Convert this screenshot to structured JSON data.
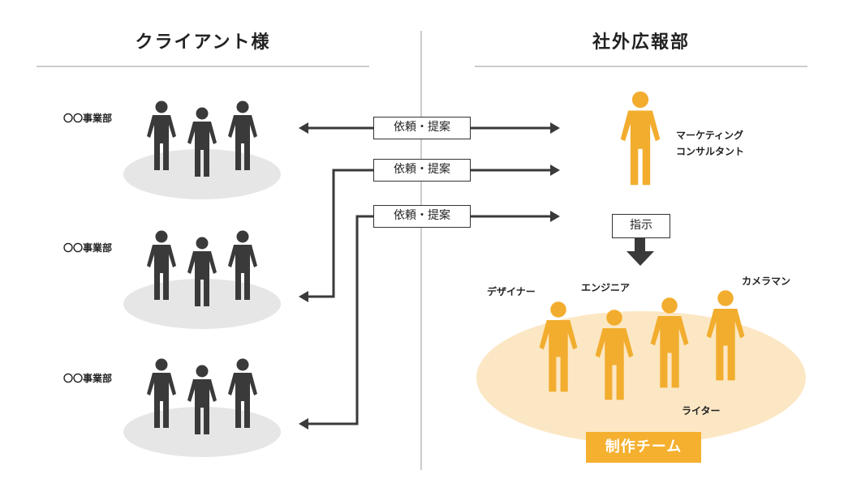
{
  "headings": {
    "client": "クライアント様",
    "pr": "社外広報部"
  },
  "departments": [
    "〇〇事業部",
    "〇〇事業部",
    "〇〇事業部"
  ],
  "requests": [
    "依頼・提案",
    "依頼・提案",
    "依頼・提案"
  ],
  "consultant": {
    "line1": "マーケティング",
    "line2": "コンサルタント"
  },
  "instruction": "指示",
  "team_roles": {
    "designer": "デザイナー",
    "engineer": "エンジニア",
    "cameraman": "カメラマン",
    "writer": "ライター"
  },
  "team_label": "制作チーム",
  "colors": {
    "client_person": "#3a3a3a",
    "client_ellipse": "#e6e6e6",
    "team_person": "#f2ad2e",
    "team_ellipse": "#fce7c4",
    "team_label_bg": "#f5b030",
    "arrow": "#3a3a3a",
    "rule": "#cccccc"
  }
}
